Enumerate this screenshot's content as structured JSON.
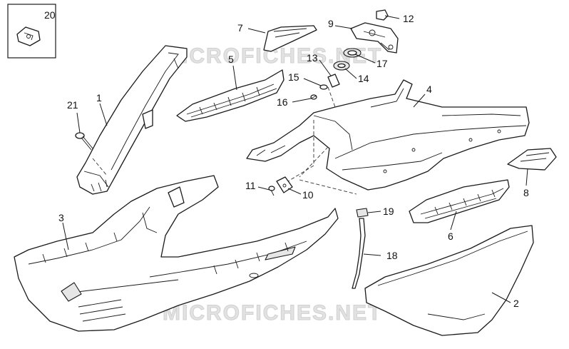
{
  "watermark": "MICROFICHES.NET",
  "callouts": {
    "c1": "1",
    "c2": "2",
    "c3": "3",
    "c4": "4",
    "c5": "5",
    "c6": "6",
    "c7": "7",
    "c8": "8",
    "c9": "9",
    "c10": "10",
    "c11": "11",
    "c12": "12",
    "c13": "13",
    "c14": "14",
    "c15": "15",
    "c16": "16",
    "c17": "17",
    "c18": "18",
    "c19": "19",
    "c20": "20",
    "c21": "21"
  }
}
